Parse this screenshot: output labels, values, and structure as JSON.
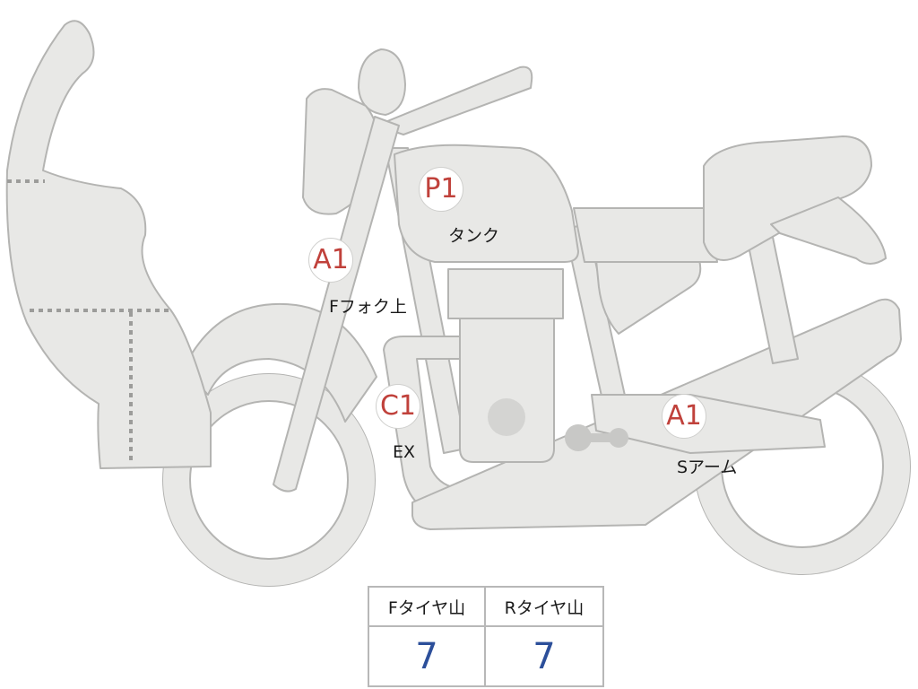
{
  "parts": [
    {
      "id": "tank",
      "code": "P1",
      "label": "タンク"
    },
    {
      "id": "front-fork",
      "code": "A1",
      "label": "Fフォク上"
    },
    {
      "id": "exhaust",
      "code": "C1",
      "label": "EX"
    },
    {
      "id": "swing-arm",
      "code": "A1",
      "label": "Sアーム"
    }
  ],
  "tread": {
    "front_label": "Fタイヤ山",
    "rear_label": "Rタイヤ山",
    "front_value": "7",
    "rear_value": "7"
  },
  "colors": {
    "code_text": "#c0413b",
    "value_text": "#2c4f9a",
    "body_fill": "#e8e8e6",
    "outline": "#b4b4b2"
  }
}
